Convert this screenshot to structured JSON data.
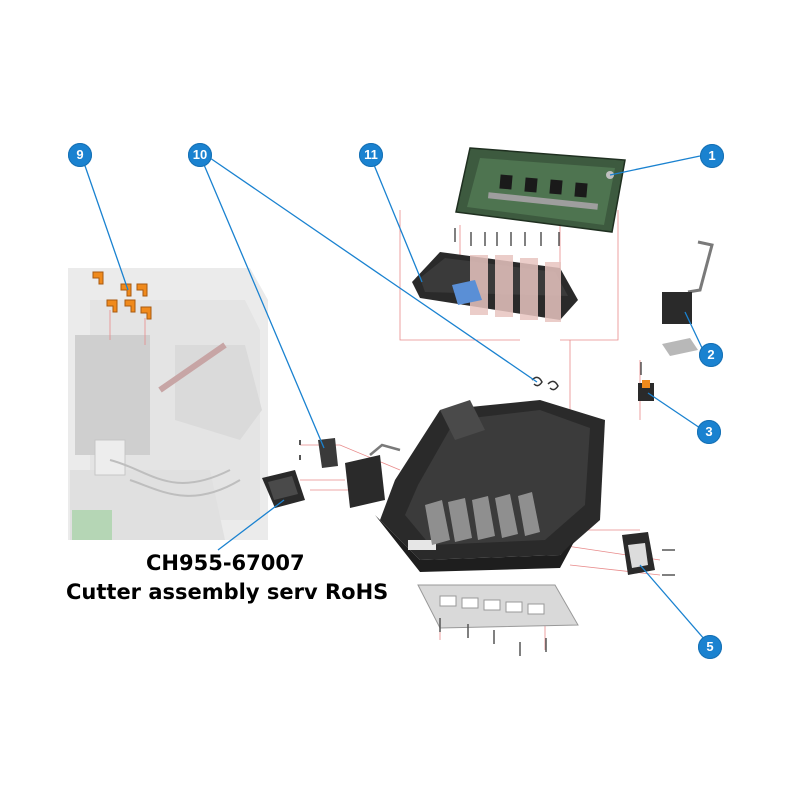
{
  "callouts": [
    {
      "id": "1",
      "label": "1"
    },
    {
      "id": "2",
      "label": "2"
    },
    {
      "id": "3",
      "label": "3"
    },
    {
      "id": "5",
      "label": "5"
    },
    {
      "id": "9",
      "label": "9"
    },
    {
      "id": "10",
      "label": "10"
    },
    {
      "id": "11",
      "label": "11"
    }
  ],
  "part_caption": {
    "part_number": "CH955-67007",
    "description": "Cutter assembly serv RoHS"
  },
  "colors": {
    "callout_blue": "#1a82d0",
    "leader_line": "#1a82d0",
    "guide_line": "#e88a8a",
    "highlight_orange": "#f08a1c",
    "plastic_black": "#2a2a2a",
    "pcb_green": "#3d5a3f",
    "ghost_grey": "#d8d8d8"
  }
}
